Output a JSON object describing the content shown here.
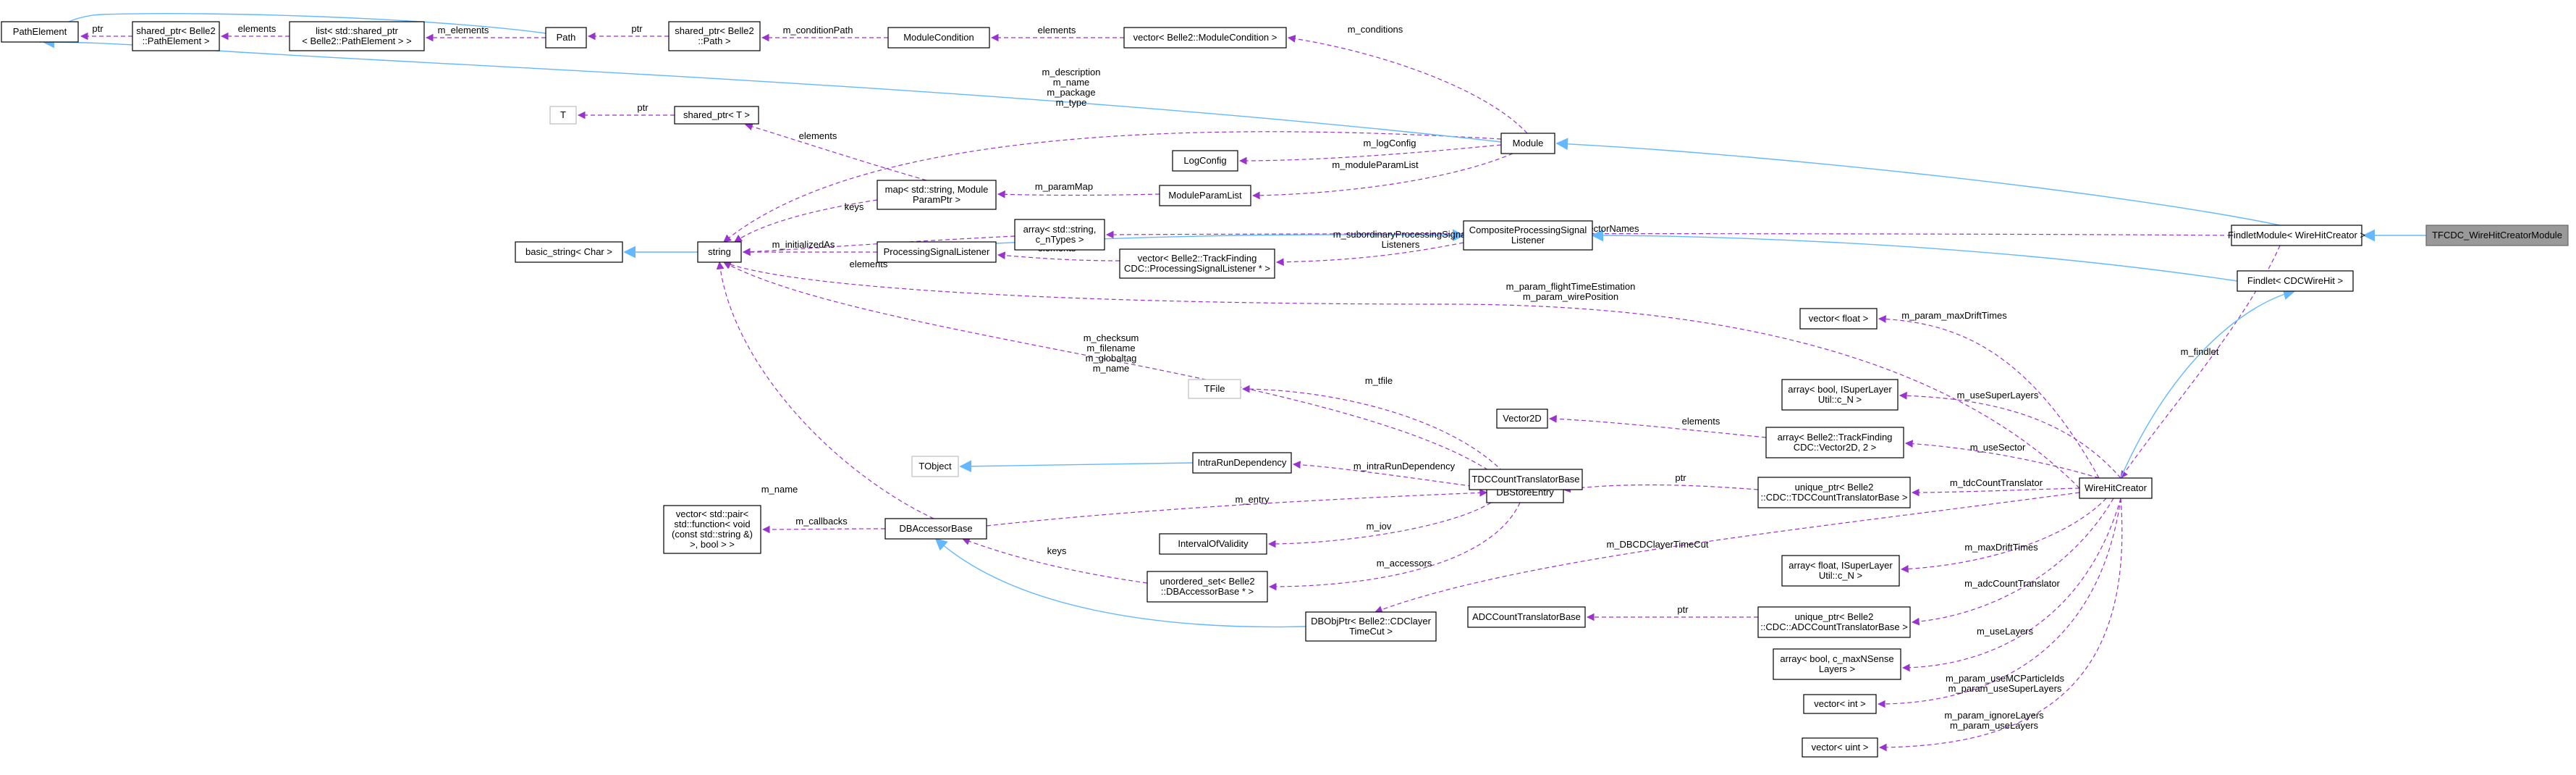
{
  "nodes": {
    "PathElement": {
      "lines": [
        "PathElement"
      ]
    },
    "shared_ptr_PathElement": {
      "lines": [
        "shared_ptr< Belle2",
        "::PathElement >"
      ]
    },
    "list_shared_ptr": {
      "lines": [
        "list< std::shared_ptr",
        "< Belle2::PathElement > >"
      ]
    },
    "Path": {
      "lines": [
        "Path"
      ]
    },
    "shared_ptr_Path": {
      "lines": [
        "shared_ptr< Belle2",
        "::Path >"
      ]
    },
    "ModuleCondition": {
      "lines": [
        "ModuleCondition"
      ]
    },
    "vector_ModuleCondition": {
      "lines": [
        "vector< Belle2::ModuleCondition >"
      ]
    },
    "T": {
      "lines": [
        "T"
      ]
    },
    "shared_ptr_T": {
      "lines": [
        "shared_ptr< T >"
      ]
    },
    "map_string_ModuleParamPtr": {
      "lines": [
        "map< std::string, Module",
        "ParamPtr >"
      ]
    },
    "LogConfig": {
      "lines": [
        "LogConfig"
      ]
    },
    "ModuleParamList": {
      "lines": [
        "ModuleParamList"
      ]
    },
    "Module": {
      "lines": [
        "Module"
      ]
    },
    "array_string": {
      "lines": [
        "array< std::string,",
        "c_nTypes >"
      ]
    },
    "basic_string": {
      "lines": [
        "basic_string< Char >"
      ]
    },
    "string": {
      "lines": [
        "string"
      ]
    },
    "ProcessingSignalListener": {
      "lines": [
        "ProcessingSignalListener"
      ]
    },
    "vector_ProcessingSignalListener": {
      "lines": [
        "vector< Belle2::TrackFinding",
        "CDC::ProcessingSignalListener * >"
      ]
    },
    "CompositeProcessingSignalListener": {
      "lines": [
        "CompositeProcessingSignal",
        "Listener"
      ]
    },
    "FindletModule": {
      "lines": [
        "FindletModule< WireHitCreator >"
      ]
    },
    "TFCDC_WireHitCreatorModule": {
      "lines": [
        "TFCDC_WireHitCreatorModule"
      ]
    },
    "Findlet_CDCWireHit": {
      "lines": [
        "Findlet< CDCWireHit >"
      ]
    },
    "vector_float": {
      "lines": [
        "vector< float >"
      ]
    },
    "TFile": {
      "lines": [
        "TFile"
      ]
    },
    "TObject": {
      "lines": [
        "TObject"
      ]
    },
    "IntraRunDependency": {
      "lines": [
        "IntraRunDependency"
      ]
    },
    "DBStoreEntry": {
      "lines": [
        "DBStoreEntry"
      ]
    },
    "IntervalOfValidity": {
      "lines": [
        "IntervalOfValidity"
      ]
    },
    "vector_pair_function": {
      "lines": [
        "vector< std::pair<",
        "std::function< void",
        "(const std::string &)",
        ">, bool > >"
      ]
    },
    "DBAccessorBase": {
      "lines": [
        "DBAccessorBase"
      ]
    },
    "unordered_set_DBAccessorBase": {
      "lines": [
        "unordered_set< Belle2",
        "::DBAccessorBase * >"
      ]
    },
    "DBObjPtr_CDClayerTimeCut": {
      "lines": [
        "DBObjPtr< Belle2::CDClayer",
        "TimeCut >"
      ]
    },
    "Vector2D": {
      "lines": [
        "Vector2D"
      ]
    },
    "array_bool_ISuperLayer": {
      "lines": [
        "array< bool, ISuperLayer",
        "Util::c_N >"
      ]
    },
    "array_Vector2D": {
      "lines": [
        "array< Belle2::TrackFinding",
        "CDC::Vector2D, 2 >"
      ]
    },
    "TDCCountTranslatorBase": {
      "lines": [
        "TDCCountTranslatorBase"
      ]
    },
    "unique_ptr_TDC": {
      "lines": [
        "unique_ptr< Belle2",
        "::CDC::TDCCountTranslatorBase >"
      ]
    },
    "WireHitCreator": {
      "lines": [
        "WireHitCreator"
      ]
    },
    "array_float_ISuperLayer": {
      "lines": [
        "array< float, ISuperLayer",
        "Util::c_N >"
      ]
    },
    "ADCCountTranslatorBase": {
      "lines": [
        "ADCCountTranslatorBase"
      ]
    },
    "unique_ptr_ADC": {
      "lines": [
        "unique_ptr< Belle2",
        "::CDC::ADCCountTranslatorBase >"
      ]
    },
    "array_bool_maxNSense": {
      "lines": [
        "array< bool, c_maxNSense",
        "Layers >"
      ]
    },
    "vector_int": {
      "lines": [
        "vector< int >"
      ]
    },
    "vector_uint": {
      "lines": [
        "vector< uint >"
      ]
    }
  },
  "edges": [
    {
      "id": "e1",
      "lines": [
        "ptr"
      ]
    },
    {
      "id": "e2",
      "lines": [
        "elements"
      ]
    },
    {
      "id": "e3",
      "lines": [
        "m_elements"
      ]
    },
    {
      "id": "e4",
      "lines": [
        "ptr"
      ]
    },
    {
      "id": "e5",
      "lines": [
        "m_conditionPath"
      ]
    },
    {
      "id": "e6",
      "lines": [
        "elements"
      ]
    },
    {
      "id": "e7",
      "lines": [
        "m_conditions"
      ]
    },
    {
      "id": "e8",
      "lines": [
        "ptr"
      ]
    },
    {
      "id": "e9",
      "lines": [
        "elements"
      ]
    },
    {
      "id": "e10",
      "lines": [
        "m_description",
        "m_name",
        "m_package",
        "m_type"
      ]
    },
    {
      "id": "e11",
      "lines": [
        "m_logConfig"
      ]
    },
    {
      "id": "e12",
      "lines": [
        "m_moduleParamList"
      ]
    },
    {
      "id": "e13",
      "lines": [
        "m_paramMap"
      ]
    },
    {
      "id": "e14",
      "lines": [
        "keys"
      ]
    },
    {
      "id": "e15",
      "lines": [
        "m_param_storeVectorNames"
      ]
    },
    {
      "id": "e16",
      "lines": [
        "elements"
      ]
    },
    {
      "id": "e17",
      "lines": [
        "m_initializedAs"
      ]
    },
    {
      "id": "e18",
      "lines": [
        "elements"
      ]
    },
    {
      "id": "e19",
      "lines": [
        "m_subordinaryProcessingSignal",
        "Listeners"
      ]
    },
    {
      "id": "e20",
      "lines": [
        "m_param_flightTimeEstimation",
        "m_param_wirePosition"
      ]
    },
    {
      "id": "e21",
      "lines": [
        "m_param_maxDriftTimes"
      ]
    },
    {
      "id": "e22",
      "lines": [
        "m_findlet"
      ]
    },
    {
      "id": "e23",
      "lines": [
        "m_checksum",
        "m_filename",
        "m_globaltag",
        "m_name"
      ]
    },
    {
      "id": "e24",
      "lines": [
        "m_tfile"
      ]
    },
    {
      "id": "e25",
      "lines": [
        "m_intraRunDependency"
      ]
    },
    {
      "id": "e26",
      "lines": [
        "m_entry"
      ]
    },
    {
      "id": "e27",
      "lines": [
        "m_iov"
      ]
    },
    {
      "id": "e28",
      "lines": [
        "m_accessors"
      ]
    },
    {
      "id": "e29",
      "lines": [
        "m_callbacks"
      ]
    },
    {
      "id": "e30",
      "lines": [
        "m_name"
      ]
    },
    {
      "id": "e31",
      "lines": [
        "keys"
      ]
    },
    {
      "id": "e32",
      "lines": [
        "m_DBCDClayerTimeCut"
      ]
    },
    {
      "id": "e33",
      "lines": [
        "elements"
      ]
    },
    {
      "id": "e34",
      "lines": [
        "m_useSuperLayers"
      ]
    },
    {
      "id": "e35",
      "lines": [
        "m_useSector"
      ]
    },
    {
      "id": "e36",
      "lines": [
        "ptr"
      ]
    },
    {
      "id": "e37",
      "lines": [
        "m_tdcCountTranslator"
      ]
    },
    {
      "id": "e38",
      "lines": [
        "m_maxDriftTimes"
      ]
    },
    {
      "id": "e39",
      "lines": [
        "m_adcCountTranslator"
      ]
    },
    {
      "id": "e40",
      "lines": [
        "ptr"
      ]
    },
    {
      "id": "e41",
      "lines": [
        "m_useLayers"
      ]
    },
    {
      "id": "e42",
      "lines": [
        "m_param_useMCParticleIds",
        "m_param_useSuperLayers"
      ]
    },
    {
      "id": "e43",
      "lines": [
        "m_param_ignoreLayers",
        "m_param_useLayers"
      ]
    }
  ],
  "colors": {
    "usage_edge": "#9a32cd",
    "inheritance_edge": "#63b8ff",
    "focus_fill": "#999999"
  }
}
